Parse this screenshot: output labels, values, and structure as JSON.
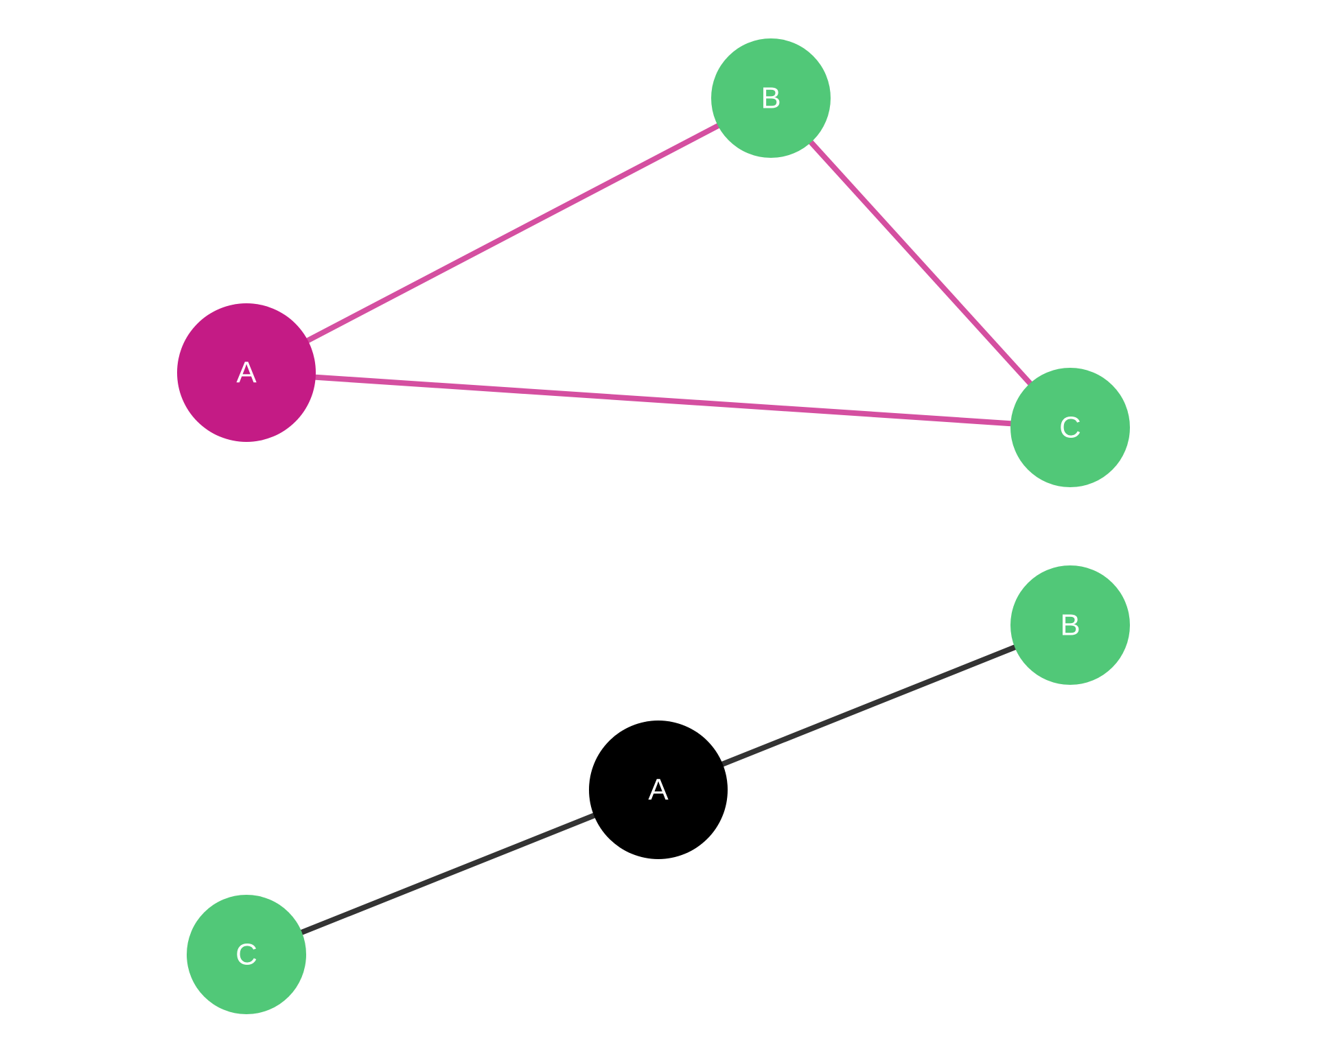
{
  "colors": {
    "highlight_edge": "#d44fa0",
    "highlight_node": "#c41b85",
    "normal_node": "#51c878",
    "dark_edge": "#333333",
    "dark_node": "#000000"
  },
  "graph_top": {
    "nodes": [
      {
        "id": "A",
        "label": "A",
        "role": "highlighted"
      },
      {
        "id": "B",
        "label": "B"
      },
      {
        "id": "C",
        "label": "C"
      }
    ],
    "edges": [
      [
        "A",
        "B"
      ],
      [
        "B",
        "C"
      ],
      [
        "A",
        "C"
      ]
    ]
  },
  "graph_bottom": {
    "nodes": [
      {
        "id": "A",
        "label": "A",
        "role": "center"
      },
      {
        "id": "B",
        "label": "B"
      },
      {
        "id": "C",
        "label": "C"
      }
    ],
    "edges": [
      [
        "A",
        "B"
      ],
      [
        "A",
        "C"
      ]
    ]
  }
}
